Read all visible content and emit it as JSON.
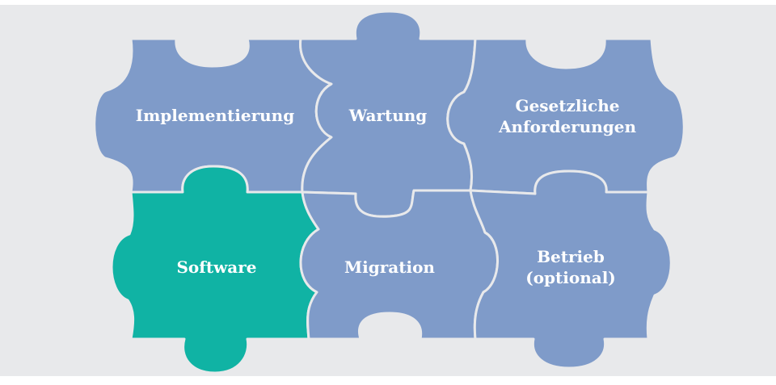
{
  "background_color": "#e8e9eb",
  "piece_color": "#7f9bc9",
  "highlight_color": "#10b3a4",
  "outline_color": "#e8e9eb",
  "pieces": {
    "implementierung": {
      "lines": [
        "Implementierung"
      ],
      "highlighted": false
    },
    "wartung": {
      "lines": [
        "Wartung"
      ],
      "highlighted": false
    },
    "gesetzliche": {
      "lines": [
        "Gesetzliche",
        "Anforderungen"
      ],
      "highlighted": false
    },
    "software": {
      "lines": [
        "Software"
      ],
      "highlighted": true
    },
    "migration": {
      "lines": [
        "Migration"
      ],
      "highlighted": false
    },
    "betrieb": {
      "lines": [
        "Betrieb",
        "(optional)"
      ],
      "highlighted": false
    }
  }
}
